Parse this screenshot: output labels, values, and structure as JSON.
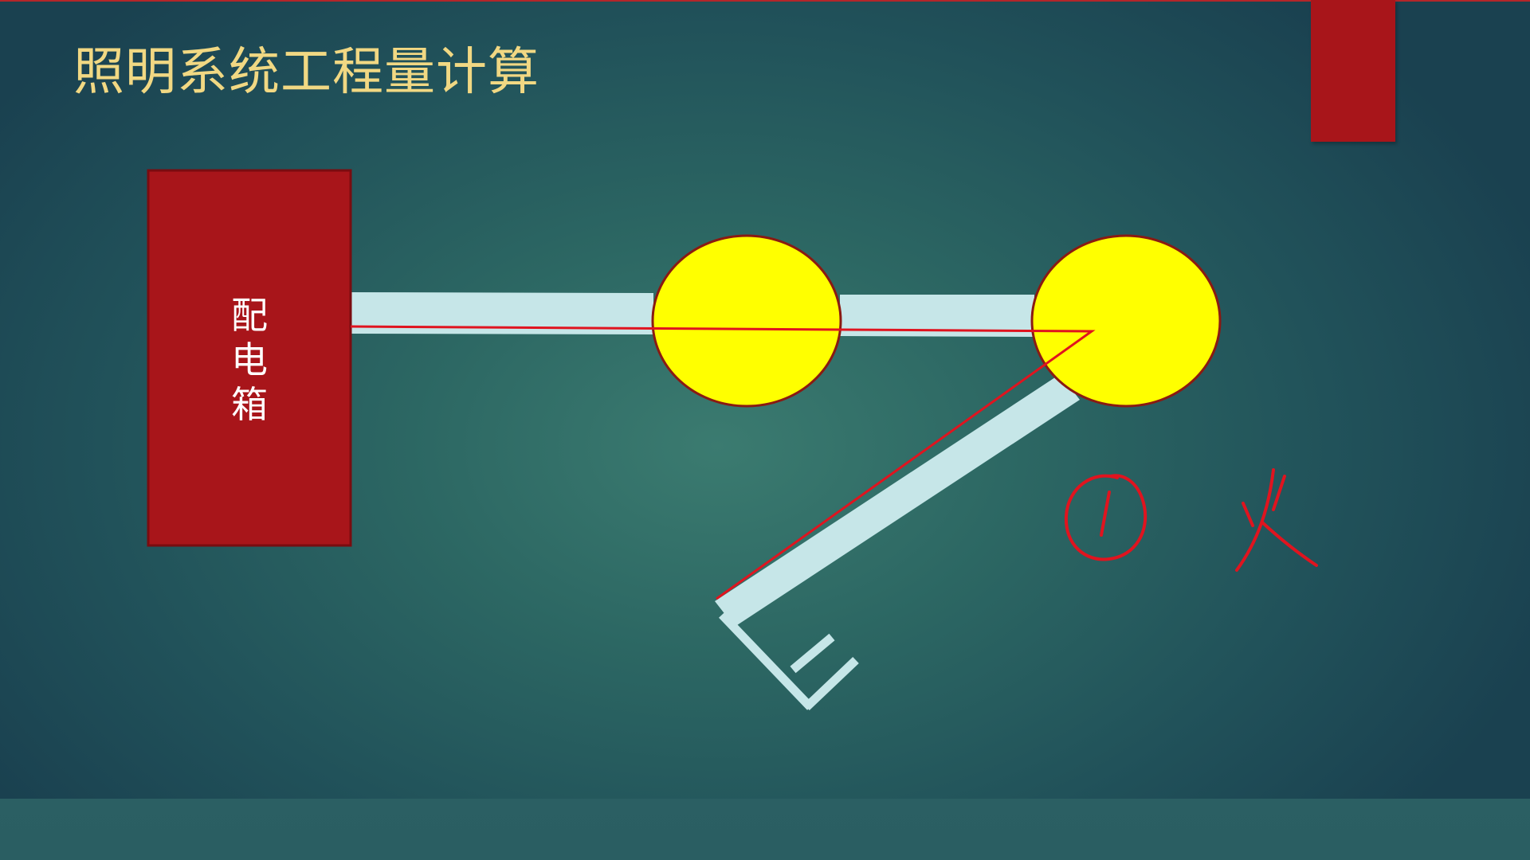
{
  "slide": {
    "title": "照明系统工程量计算"
  },
  "diagram": {
    "distribution_box": {
      "label_chars": [
        "配",
        "电",
        "箱"
      ],
      "fill_color": "#a8151a",
      "border_color": "#7a0c10"
    },
    "lamps": {
      "count": 2,
      "fill_color": "#ffff00",
      "border_color": "#8a1a12"
    },
    "conduit_color": "#c6e6e8",
    "wire_color": "#e0141f",
    "annotations": [
      "①",
      "火"
    ]
  },
  "colors": {
    "background": "#2c6763",
    "title_color": "#f1d883",
    "accent_red": "#a8151a"
  }
}
